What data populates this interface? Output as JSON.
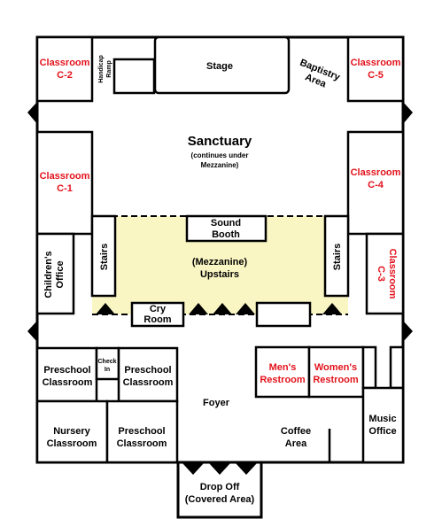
{
  "rooms": {
    "classroom_c2": [
      "Classroom",
      "C-2"
    ],
    "handicap_ramp": [
      "Handicap",
      "Ramp"
    ],
    "stage": "Stage",
    "baptistry": [
      "Baptistry",
      "Area"
    ],
    "classroom_c5": [
      "Classroom",
      "C-5"
    ],
    "sanctuary": "Sanctuary",
    "sanctuary_note": [
      "(continues under",
      "Mezzanine)"
    ],
    "classroom_c1": [
      "Classroom",
      "C-1"
    ],
    "classroom_c4": [
      "Classroom",
      "C-4"
    ],
    "sound_booth": [
      "Sound",
      "Booth"
    ],
    "stairs_left": "Stairs",
    "stairs_right": "Stairs",
    "mezzanine": [
      "(Mezzanine)",
      "Upstairs"
    ],
    "childrens_office": [
      "Children's",
      "Office"
    ],
    "classroom_c3": [
      "Classroom",
      "C-3"
    ],
    "cry_room": [
      "Cry",
      "Room"
    ],
    "preschool_left": [
      "Preschool",
      "Classroom"
    ],
    "check_in": [
      "Check",
      "In"
    ],
    "preschool_mid": [
      "Preschool",
      "Classroom"
    ],
    "mens_restroom": [
      "Men's",
      "Restroom"
    ],
    "womens_restroom": [
      "Women's",
      "Restroom"
    ],
    "foyer": "Foyer",
    "nursery": [
      "Nursery",
      "Classroom"
    ],
    "preschool_bottom": [
      "Preschool",
      "Classroom"
    ],
    "coffee_area": [
      "Coffee",
      "Area"
    ],
    "music_office": [
      "Music",
      "Office"
    ],
    "drop_off": [
      "Drop Off",
      "(Covered Area)"
    ]
  },
  "colors": {
    "classroom_label": "#e3121c",
    "mezzanine_fill": "#faf6c4",
    "wall": "#000000"
  }
}
